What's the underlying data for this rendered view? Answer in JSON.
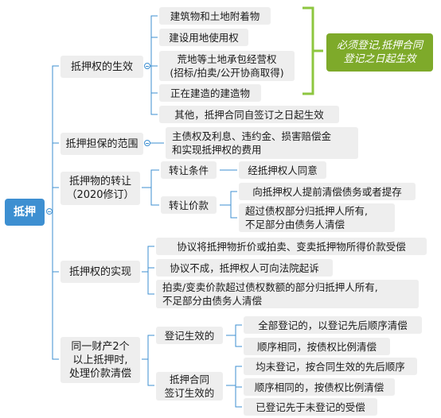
{
  "root": "抵押",
  "branches": {
    "b1": {
      "label": "抵押权的生效",
      "items": [
        "建筑物和土地附着物",
        "建设用地使用权",
        "荒地等土地承包经营权\n(招标/拍卖/公开协商取得)",
        "正在建造的建造物",
        "其他，抵押合同自签订之日起生效"
      ],
      "note": "必须登记,抵押合同\n登记之日起生效"
    },
    "b2": {
      "label": "抵押担保的范围",
      "items": [
        "主债权及利息、违约金、损害赔偿金\n和实现抵押权的费用"
      ]
    },
    "b3": {
      "label": "抵押物的转让\n（2020修订）",
      "sub1": {
        "label": "转让条件",
        "items": [
          "经抵押权人同意"
        ]
      },
      "sub2": {
        "label": "转让价款",
        "items": [
          "向抵押权人提前清偿债务或者提存",
          "超过债权部分归抵押人所有,\n不足部分由债务人清偿"
        ]
      }
    },
    "b4": {
      "label": "抵押权的实现",
      "items": [
        "协议将抵押物折价或拍卖、变卖抵押物所得价款受偿",
        "协议不成，抵押权人可向法院起诉",
        "拍卖/变卖价款超过债权数额的部分归抵押人所有,\n不足部分由债务人清偿"
      ]
    },
    "b5": {
      "label": "同一财产2个\n以上抵押时,\n处理价款清偿",
      "sub1": {
        "label": "登记生效的",
        "items": [
          "全部登记的，以登记先后顺序清偿",
          "顺序相同，按债权比例清偿"
        ]
      },
      "sub2": {
        "label": "抵押合同\n签订生效的",
        "items": [
          "均未登记，按合同生效的先后顺序",
          "顺序相同的，按债权比例清偿",
          "已登记先于未登记的受偿"
        ]
      }
    }
  },
  "colors": {
    "root": "#3d8fd1",
    "node": "#eeeeee",
    "note": "#7eaa2a",
    "line": "#3d8fd1",
    "bracket": "#8dc63f"
  }
}
